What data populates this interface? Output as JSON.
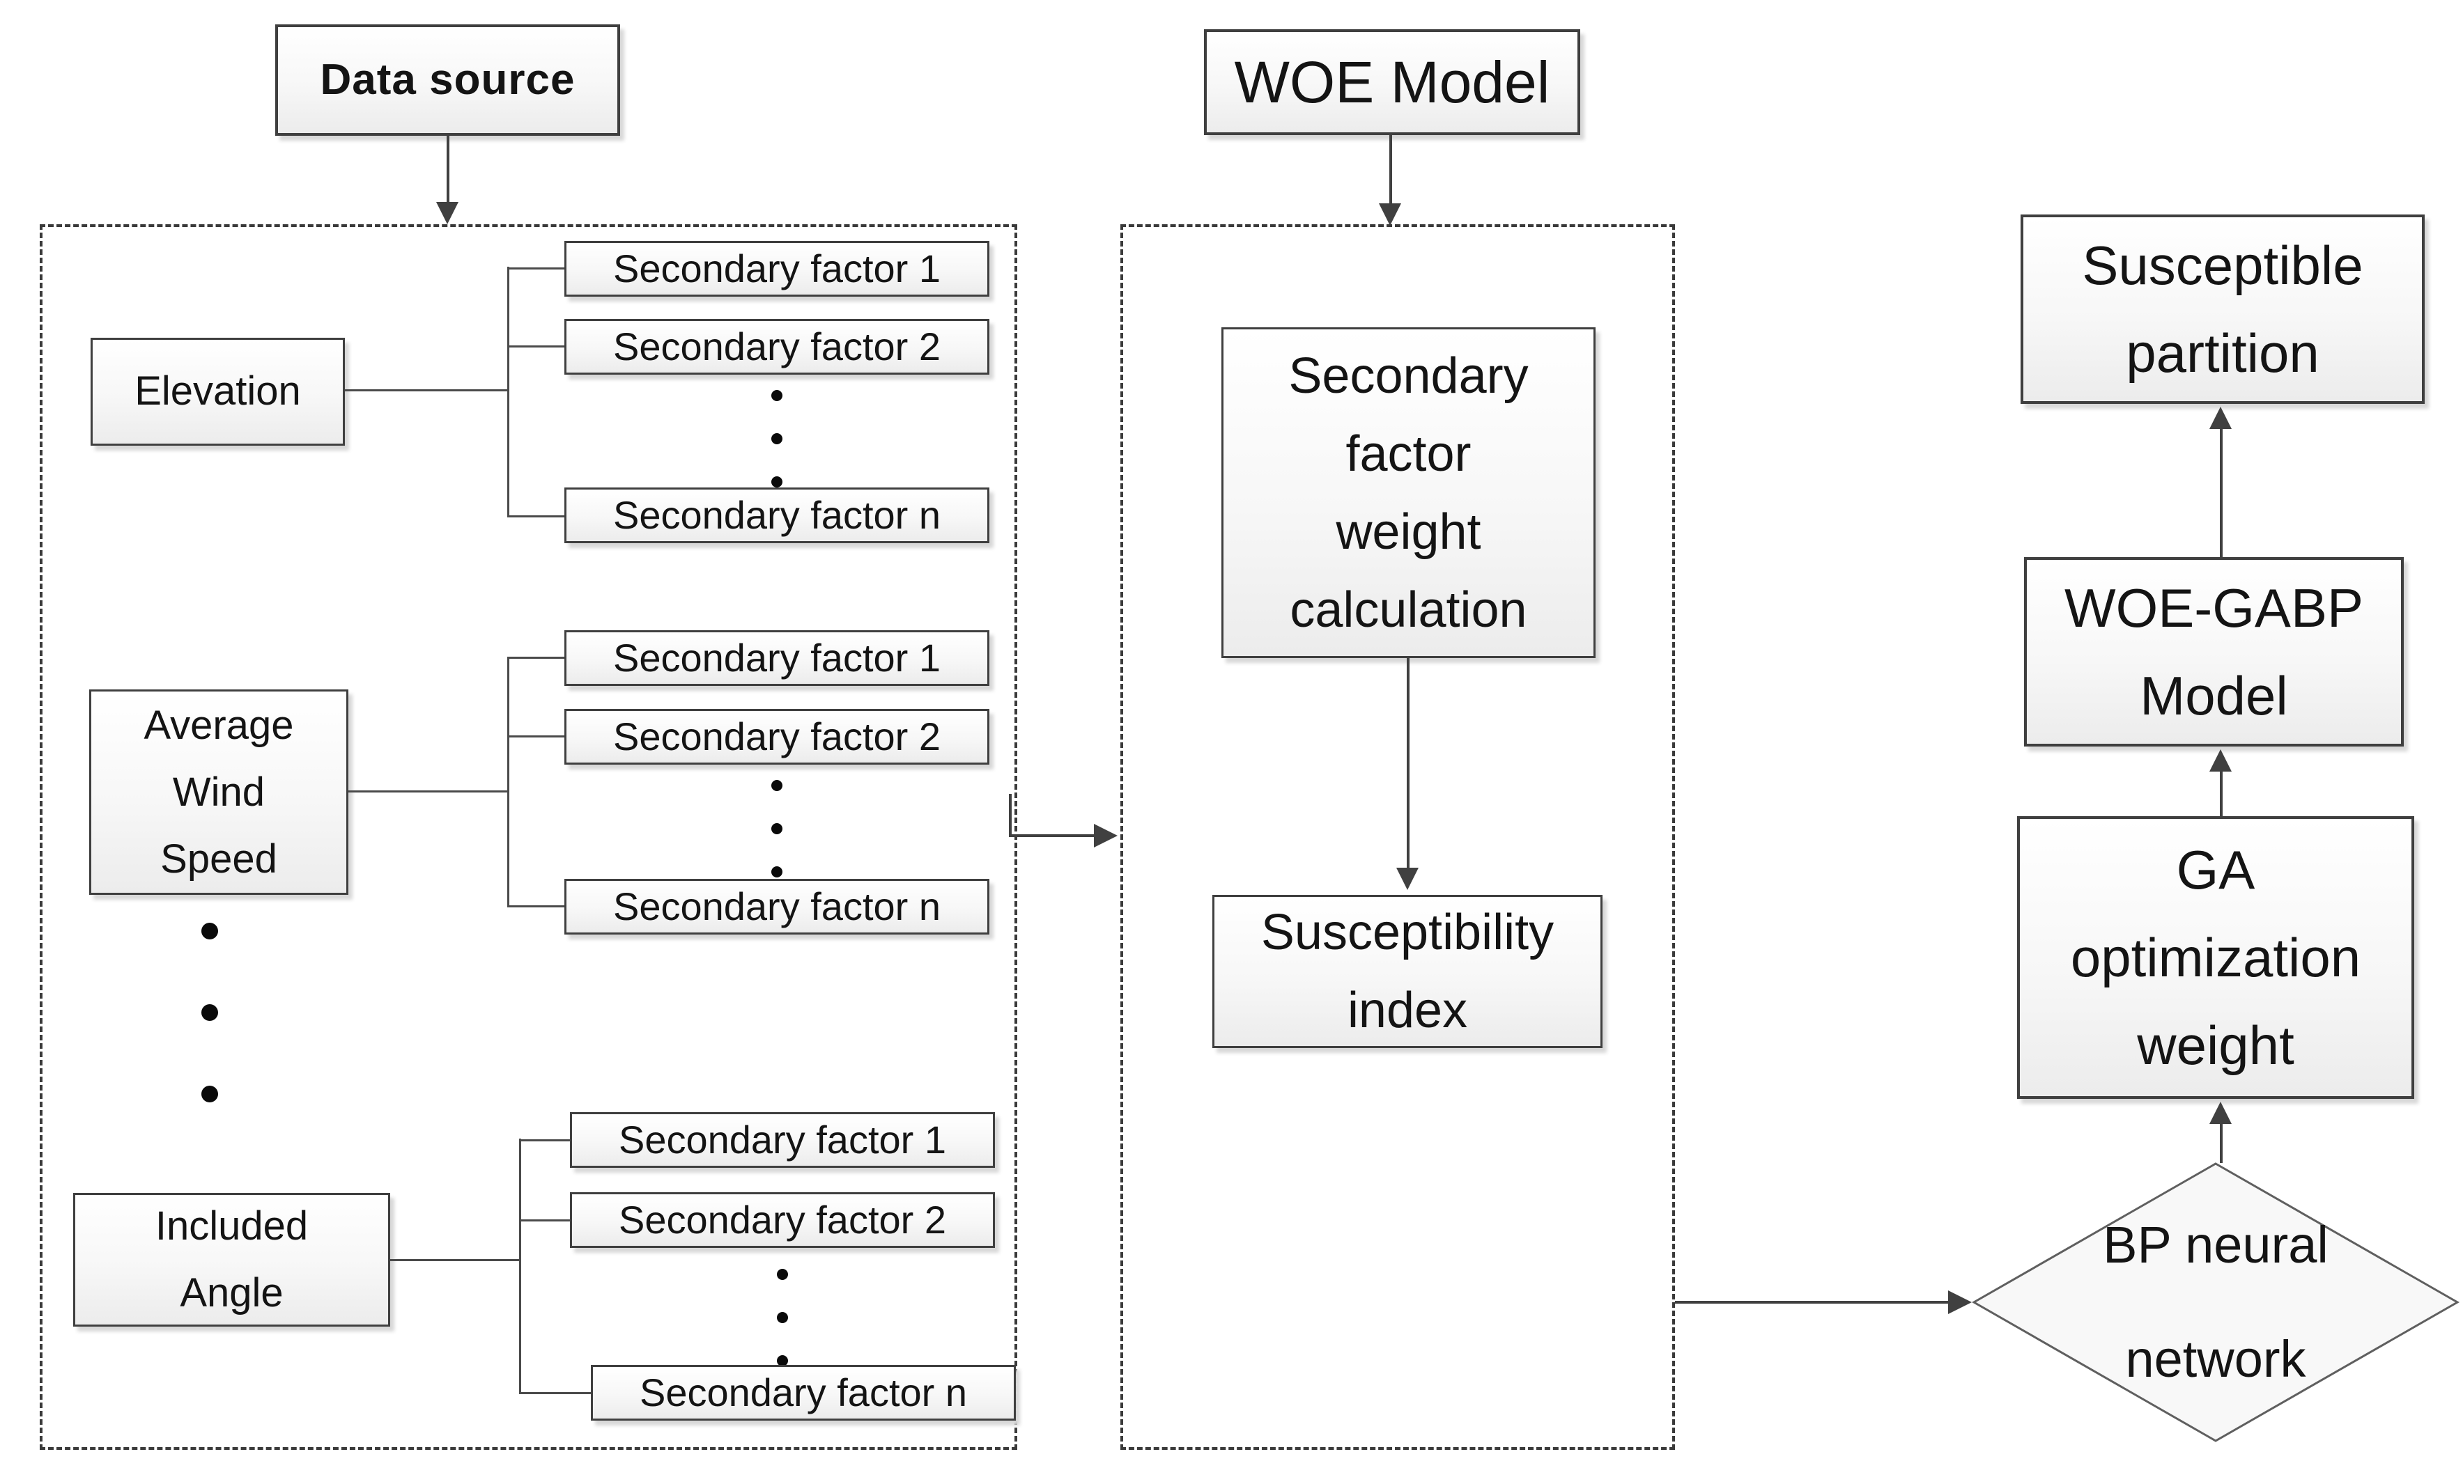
{
  "diagram": {
    "title": "WOE-GABP susceptibility model flowchart",
    "data_source": {
      "label": "Data source"
    },
    "woe_model": {
      "label": "WOE Model"
    },
    "factors": {
      "f1": "Secondary factor 1",
      "f2": "Secondary factor 2",
      "fn": "Secondary factor n"
    },
    "primary_factors": {
      "elevation": {
        "label": "Elevation"
      },
      "average_wind_speed": {
        "l1": "Average",
        "l2": "Wind",
        "l3": "Speed"
      },
      "included_angle": {
        "l1": "Included",
        "l2": "Angle"
      }
    },
    "middle": {
      "weight_calc": {
        "l1": "Secondary",
        "l2": "factor",
        "l3": "weight",
        "l4": "calculation"
      },
      "susceptibility_index": {
        "l1": "Susceptibility",
        "l2": "index"
      }
    },
    "right": {
      "susceptible_partition": {
        "l1": "Susceptible",
        "l2": "partition"
      },
      "woe_gabp": {
        "l1": "WOE-GABP",
        "l2": "Model"
      },
      "ga_optimization": {
        "l1": "GA",
        "l2": "optimization",
        "l3": "weight"
      },
      "bp_network": {
        "l1": "BP neural",
        "l2": "network"
      }
    },
    "colors": {
      "line": "#404040",
      "border": "#3f3f3f",
      "dashed_border": "#3a3a3a",
      "text": "#141414",
      "box_fill_top": "#ffffff",
      "box_fill_bottom": "#ececec"
    }
  }
}
